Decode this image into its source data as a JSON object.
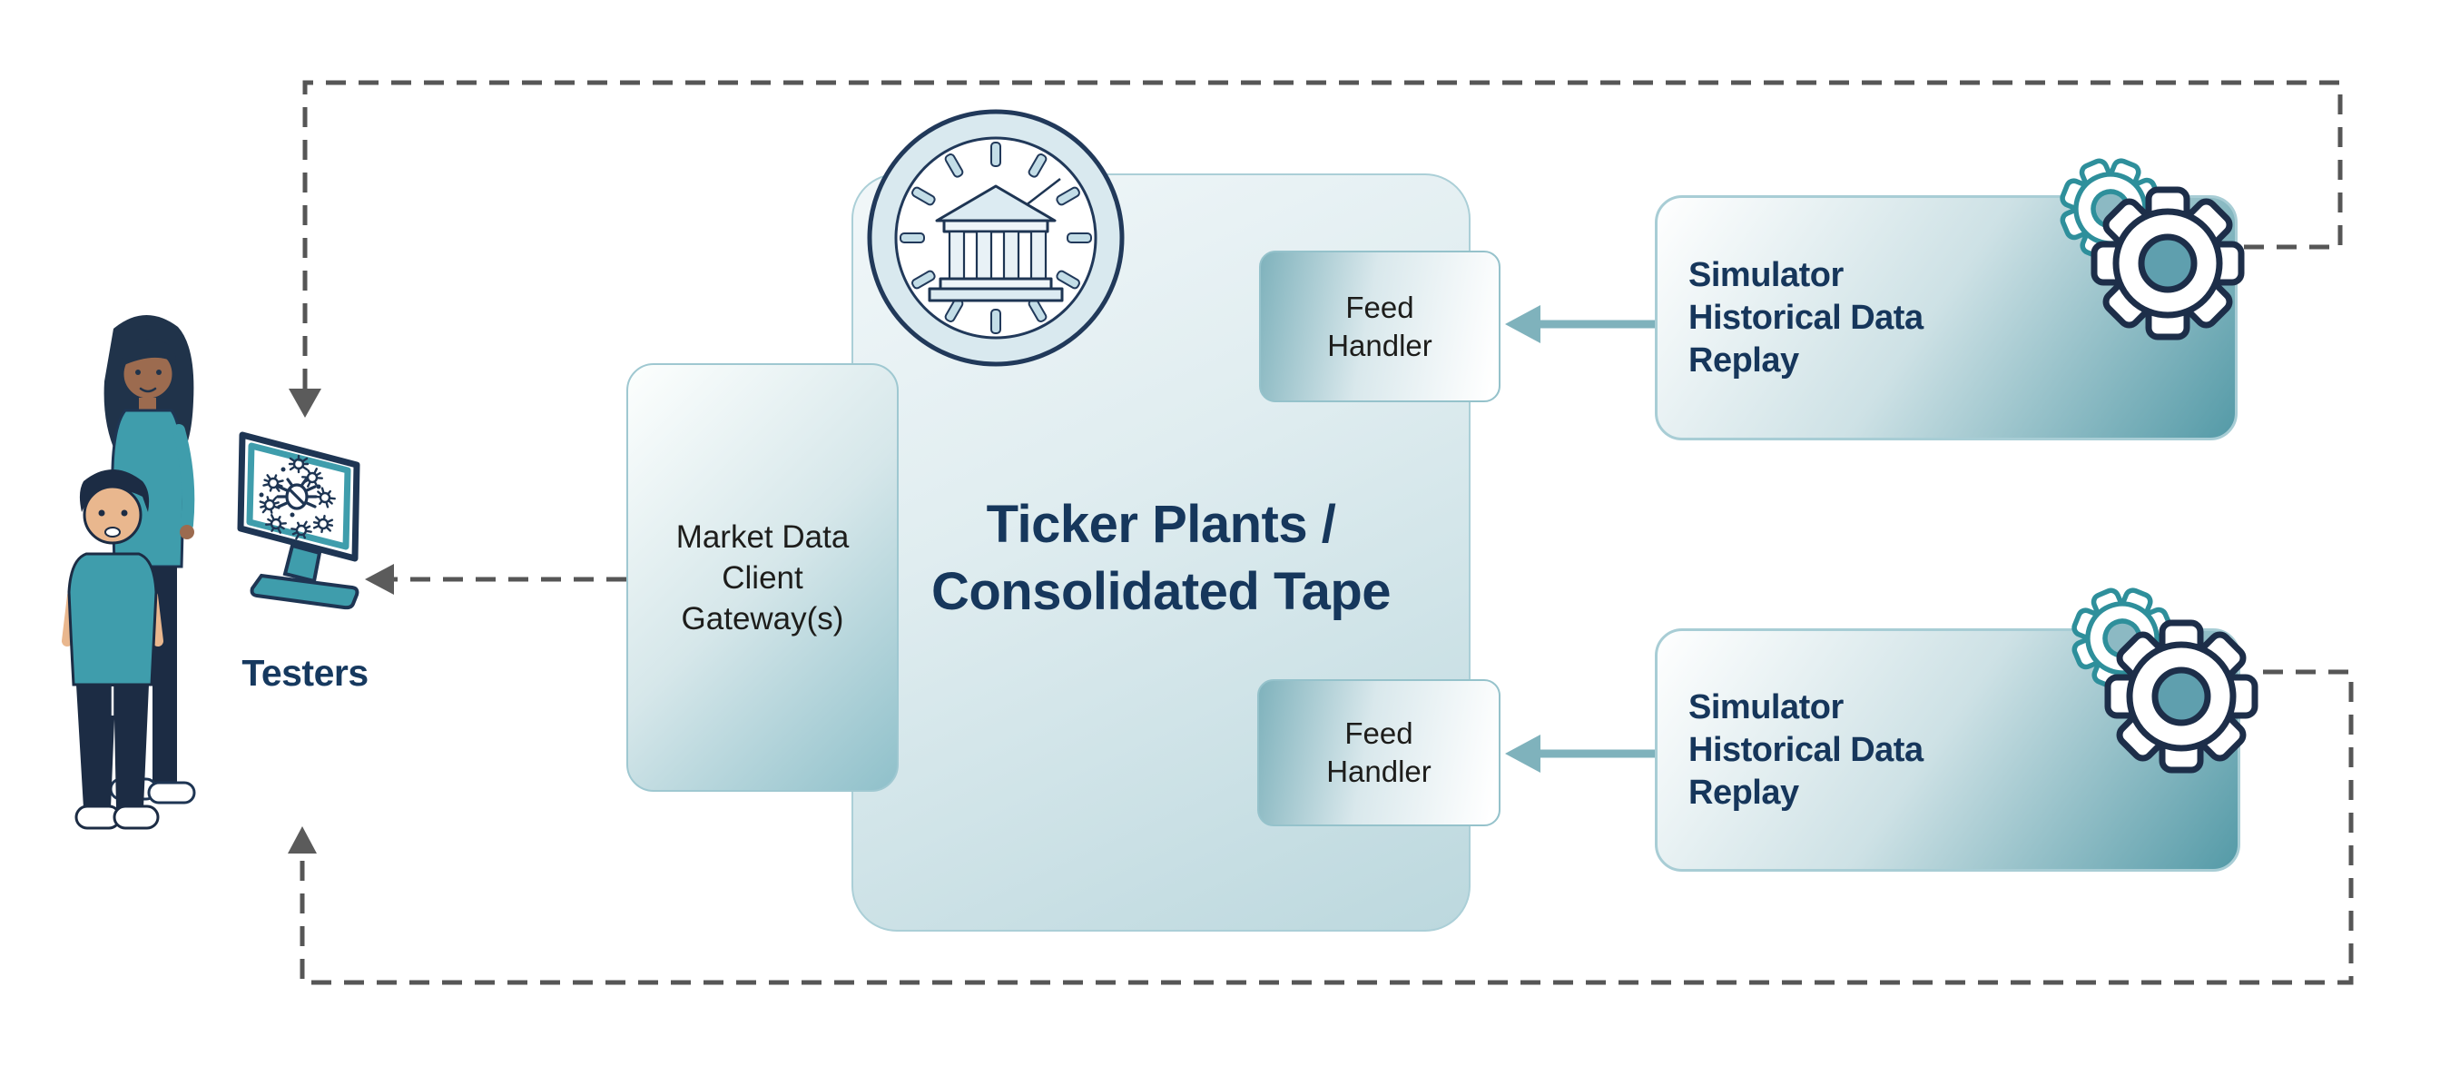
{
  "diagram": {
    "testers": {
      "label": "Testers"
    },
    "ticker_plant": {
      "line1": "Ticker Plants /",
      "line2": "Consolidated Tape"
    },
    "market_gateway": {
      "line1": "Market Data",
      "line2": "Client",
      "line3": "Gateway(s)"
    },
    "feed_handler_top": {
      "line1": "Feed",
      "line2": "Handler"
    },
    "feed_handler_bottom": {
      "line1": "Feed",
      "line2": "Handler"
    },
    "simulator_top": {
      "line1": "Simulator",
      "line2": "Historical Data",
      "line3": "Replay"
    },
    "simulator_bottom": {
      "line1": "Simulator",
      "line2": "Historical Data",
      "line3": "Replay"
    },
    "icons": {
      "clock": "exchange-clock-icon",
      "gears_top": "gears-icon",
      "gears_bottom": "gears-icon",
      "monitor": "monitor-bugs-icon",
      "people": "testers-illustration"
    },
    "colors": {
      "accent_teal": "#3f9dac",
      "arrow_teal": "#7fb2bc",
      "navy_text": "#16375c",
      "outline_navy": "#1d2e49",
      "gear_teal": "#2e8f9b",
      "dashed_gray": "#565656",
      "box_border": "#a5cbd3"
    }
  }
}
